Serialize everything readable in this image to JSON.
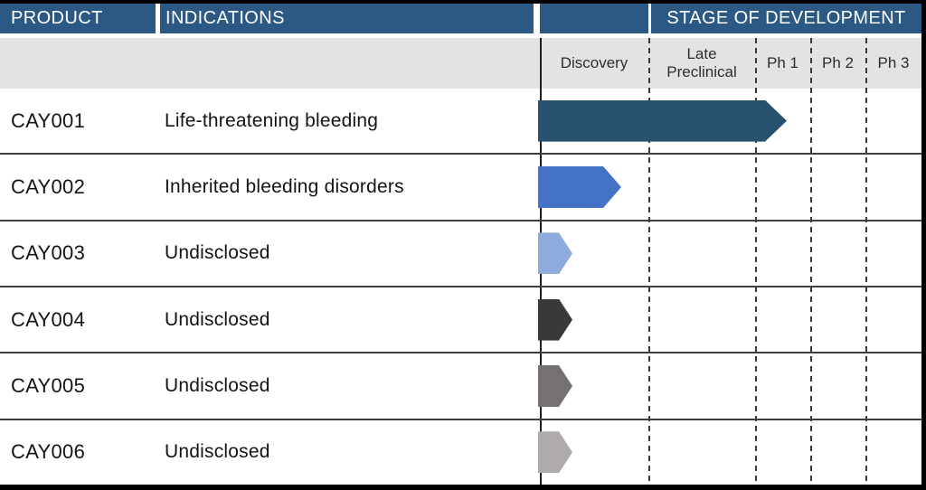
{
  "header": {
    "product_label": "PRODUCT",
    "indications_label": "INDICATIONS",
    "stage_label": "STAGE OF DEVELOPMENT"
  },
  "stage_columns": [
    "Discovery",
    "Late Preclinical",
    "Ph 1",
    "Ph 2",
    "Ph 3"
  ],
  "rows": [
    {
      "name": "CAY001",
      "indication": "Life-threatening bleeding",
      "bar_color": "#27516f",
      "progress_stage_units": 2.57,
      "stage_reached": "Ph 1"
    },
    {
      "name": "CAY002",
      "indication": "Inherited bleeding disorders",
      "bar_color": "#4472c4",
      "progress_stage_units": 0.75,
      "stage_reached": "Discovery"
    },
    {
      "name": "CAY003",
      "indication": "Undisclosed",
      "bar_color": "#8faadc",
      "progress_stage_units": 0.3,
      "stage_reached": "Discovery"
    },
    {
      "name": "CAY004",
      "indication": "Undisclosed",
      "bar_color": "#3b3838",
      "progress_stage_units": 0.3,
      "stage_reached": "Discovery"
    },
    {
      "name": "CAY005",
      "indication": "Undisclosed",
      "bar_color": "#767171",
      "progress_stage_units": 0.3,
      "stage_reached": "Discovery"
    },
    {
      "name": "CAY006",
      "indication": "Undisclosed",
      "bar_color": "#afabab",
      "progress_stage_units": 0.3,
      "stage_reached": "Discovery"
    }
  ],
  "colors": {
    "header_bg": "#2b5984",
    "header_text": "#ffffff",
    "subheader_bg": "#e3e3e3",
    "grid_line": "#3f3f3f",
    "border": "#000000"
  },
  "chart_data": {
    "type": "bar",
    "orientation": "horizontal",
    "title": "STAGE OF DEVELOPMENT",
    "categories": [
      "CAY001",
      "CAY002",
      "CAY003",
      "CAY004",
      "CAY005",
      "CAY006"
    ],
    "category_indications": [
      "Life-threatening bleeding",
      "Inherited bleeding disorders",
      "Undisclosed",
      "Undisclosed",
      "Undisclosed",
      "Undisclosed"
    ],
    "series": [
      {
        "name": "Development progress (bar end position)",
        "values": [
          2.57,
          0.75,
          0.3,
          0.3,
          0.3,
          0.3
        ]
      }
    ],
    "x_axis_stages": [
      "Discovery",
      "Late Preclinical",
      "Ph 1",
      "Ph 2",
      "Ph 3"
    ],
    "scale_note": "Bar-end values in stage units: 0-1 Discovery, 1-2 Late Preclinical, 2-3 Ph 1, 3-4 Ph 2, 4-5 Ph 3",
    "bar_colors": [
      "#27516f",
      "#4472c4",
      "#8faadc",
      "#3b3838",
      "#767171",
      "#afabab"
    ],
    "xlim": [
      0,
      5
    ],
    "grid": "dashed vertical lines between stage columns",
    "legend": "none",
    "bar_shape": "right-pointing arrow pentagon"
  }
}
